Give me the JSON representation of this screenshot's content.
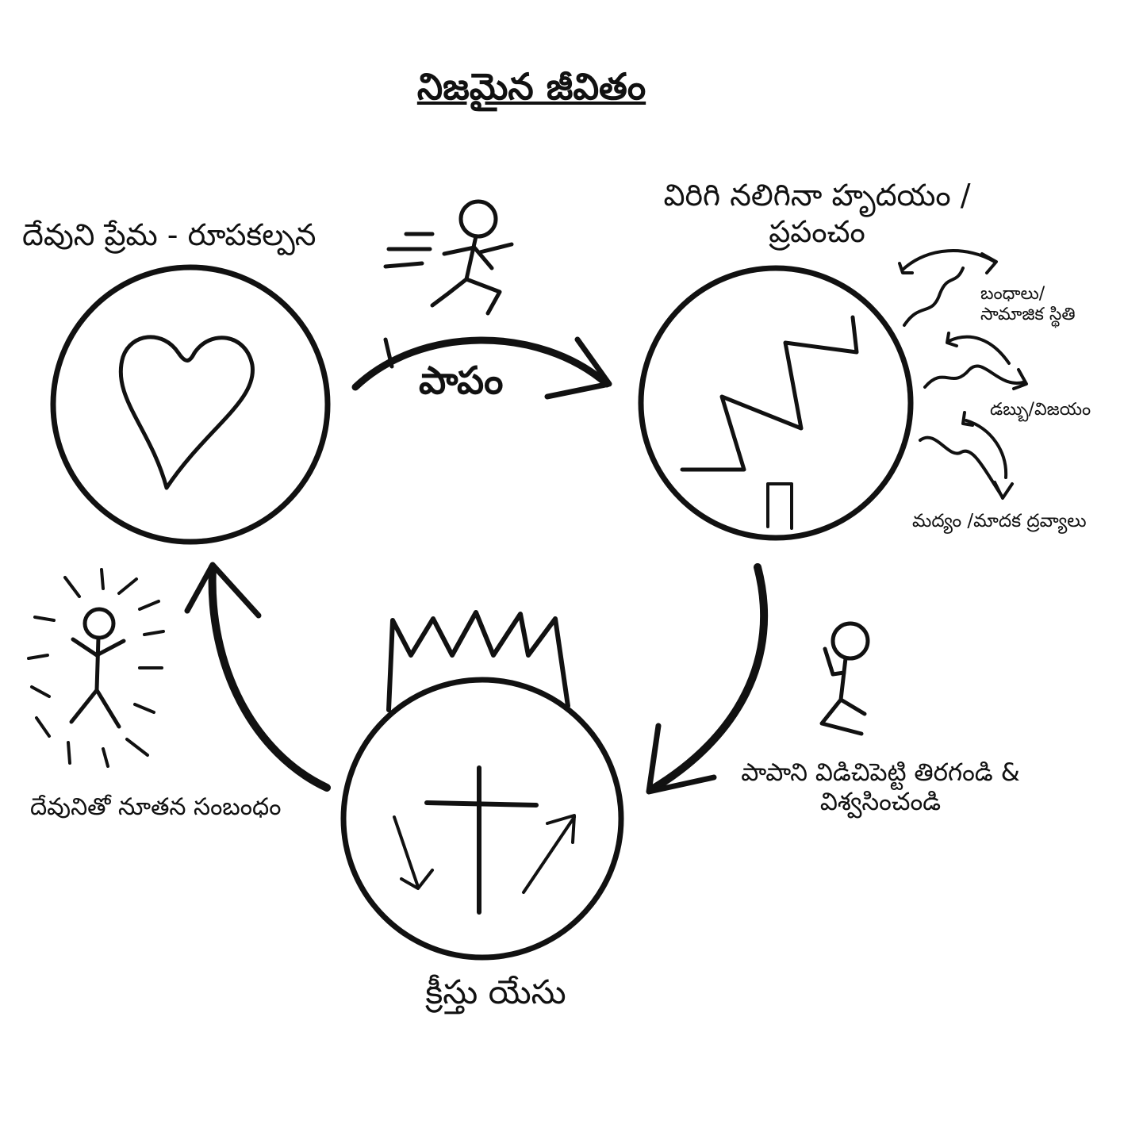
{
  "title": "నిజమైన జీవితం",
  "labels": {
    "gods_love": "దేవుని ప్రేమ - రూపకల్పన",
    "broken_world": "విరిగి నలిగినా హృదయం / ప్రపంచం",
    "sin": "పాపం",
    "relationships": "బంధాలు/ సామాజిక స్థితి",
    "money": "డబ్బు/విజయం",
    "alcohol": "మద్యం /మాదక ద్రవ్యాలు",
    "repent": "పాపాని విడిచిపెట్టి తిరగండి & విశ్వసించండి",
    "new_relationship": "దేవునితో నూతన సంబంధం",
    "jesus": "క్రీస్తు యేసు"
  },
  "icons": [
    "heart-icon",
    "broken-zigzag-icon",
    "cross-icon",
    "crown-icon",
    "running-figure-icon",
    "kneeling-figure-icon",
    "radiant-figure-icon"
  ],
  "colors": {
    "ink": "#111111",
    "background": "#ffffff"
  }
}
